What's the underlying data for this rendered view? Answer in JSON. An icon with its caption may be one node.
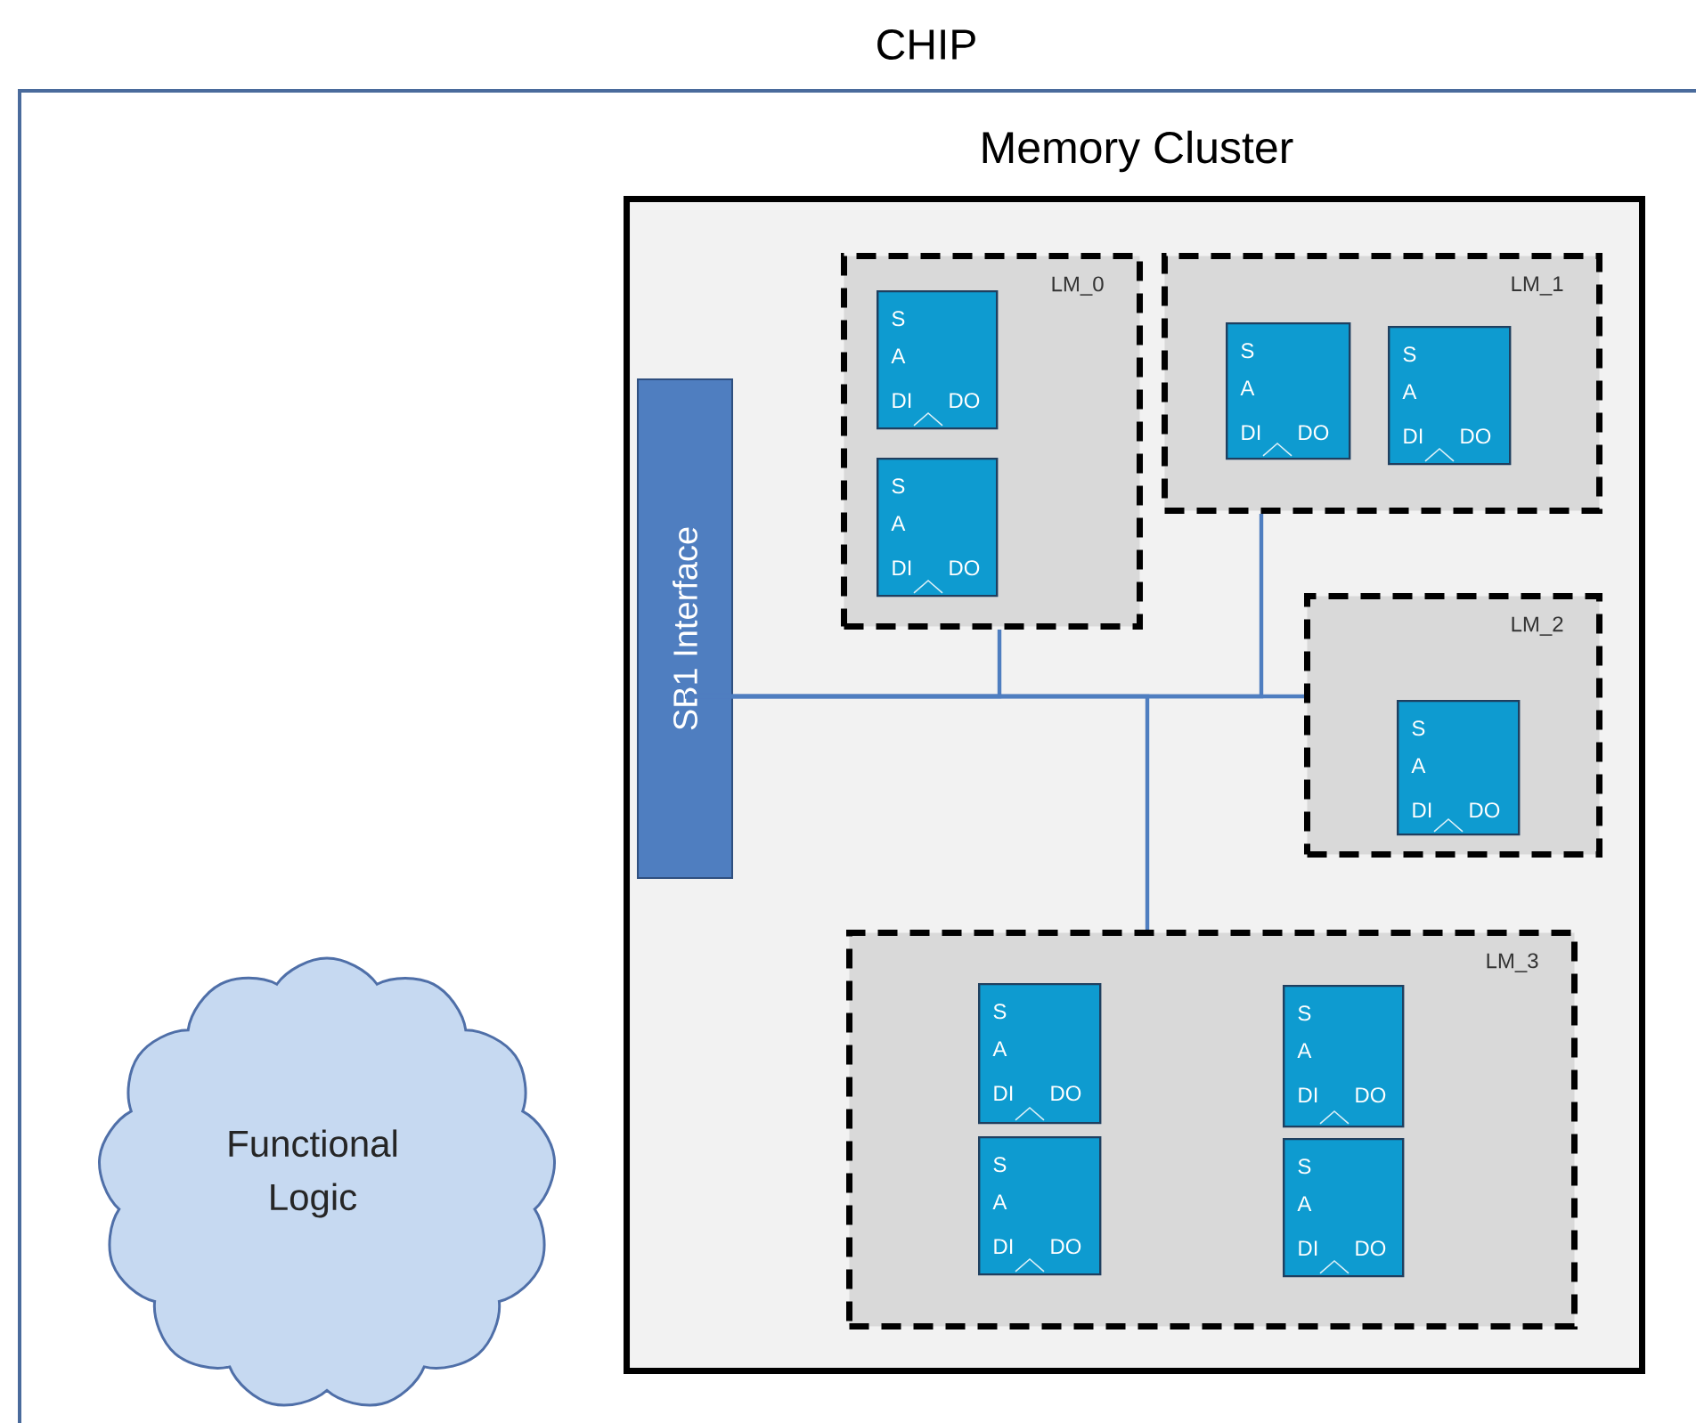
{
  "diagram": {
    "nodes": [
      {
        "text": [
          "CHIP"
        ]
      },
      {
        "text": [
          "Memory Cluster"
        ],
        "in": 0
      },
      {
        "text": [
          "SB1 Interface"
        ],
        "in": 1
      },
      {
        "text": [
          "LM_0"
        ],
        "in": 1
      },
      {
        "text": [
          "S",
          "A",
          "DI",
          "DO"
        ],
        "in": 3
      },
      {
        "text": [
          "S",
          "A",
          "DI",
          "DO"
        ],
        "in": 3
      },
      {
        "text": [
          "LM_1"
        ],
        "in": 1
      },
      {
        "text": [
          "S",
          "A",
          "DI",
          "DO"
        ],
        "in": 6
      },
      {
        "text": [
          "S",
          "A",
          "DI",
          "DO"
        ],
        "in": 6
      },
      {
        "text": [
          "LM_2"
        ],
        "in": 1
      },
      {
        "text": [
          "S",
          "A",
          "DI",
          "DO"
        ],
        "in": 9
      },
      {
        "text": [
          "LM_3"
        ],
        "in": 1
      },
      {
        "text": [
          "S",
          "A",
          "DI",
          "DO"
        ],
        "in": 11
      },
      {
        "text": [
          "S",
          "A",
          "DI",
          "DO"
        ],
        "in": 11
      },
      {
        "text": [
          "S",
          "A",
          "DI",
          "DO"
        ],
        "in": 11
      },
      {
        "text": [
          "S",
          "A",
          "DI",
          "DO"
        ],
        "in": 11
      },
      {
        "text": [
          "Functional Logic"
        ],
        "in": 0
      }
    ],
    "edges": [
      {
        "from": 2,
        "to": 3,
        "arrow": "none"
      },
      {
        "from": 2,
        "to": 6,
        "arrow": "none"
      },
      {
        "from": 2,
        "to": 9,
        "arrow": "none"
      },
      {
        "from": 2,
        "to": 11,
        "arrow": "none"
      }
    ]
  }
}
